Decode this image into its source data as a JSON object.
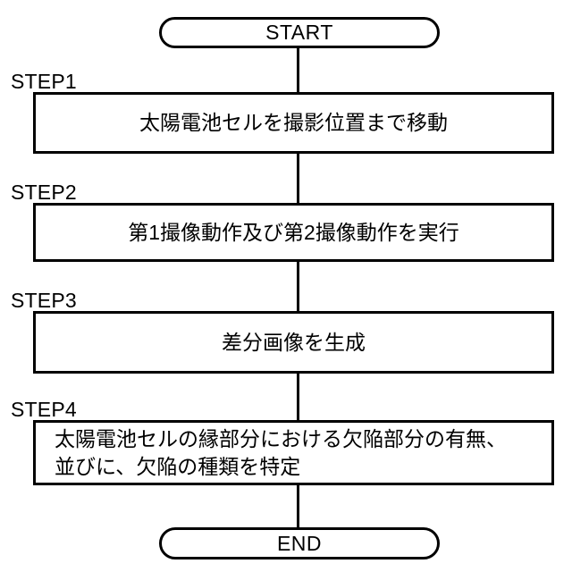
{
  "diagram": {
    "type": "flowchart",
    "orientation": "vertical",
    "ink_color": "#000000",
    "background_color": "#ffffff",
    "start": {
      "label": "START"
    },
    "end": {
      "label": "END"
    },
    "steps": [
      {
        "label": "STEP1",
        "text": "太陽電池セルを撮影位置まで移動",
        "align": "center",
        "lines": [
          "太陽電池セルを撮影位置まで移動"
        ]
      },
      {
        "label": "STEP2",
        "text": "第1撮像動作及び第2撮像動作を実行",
        "align": "center",
        "lines": [
          "第1撮像動作及び第2撮像動作を実行"
        ]
      },
      {
        "label": "STEP3",
        "text": "差分画像を生成",
        "align": "center",
        "lines": [
          "差分画像を生成"
        ]
      },
      {
        "label": "STEP4",
        "text": "太陽電池セルの縁部分における欠陥部分の有無、並びに、欠陥の種類を特定",
        "align": "left",
        "lines": [
          "太陽電池セルの縁部分における欠陥部分の有無、",
          "並びに、欠陥の種類を特定"
        ]
      }
    ],
    "connectors": [
      {
        "from": "START",
        "to": "STEP1"
      },
      {
        "from": "STEP1",
        "to": "STEP2"
      },
      {
        "from": "STEP2",
        "to": "STEP3"
      },
      {
        "from": "STEP3",
        "to": "STEP4"
      },
      {
        "from": "STEP4",
        "to": "END"
      }
    ]
  }
}
